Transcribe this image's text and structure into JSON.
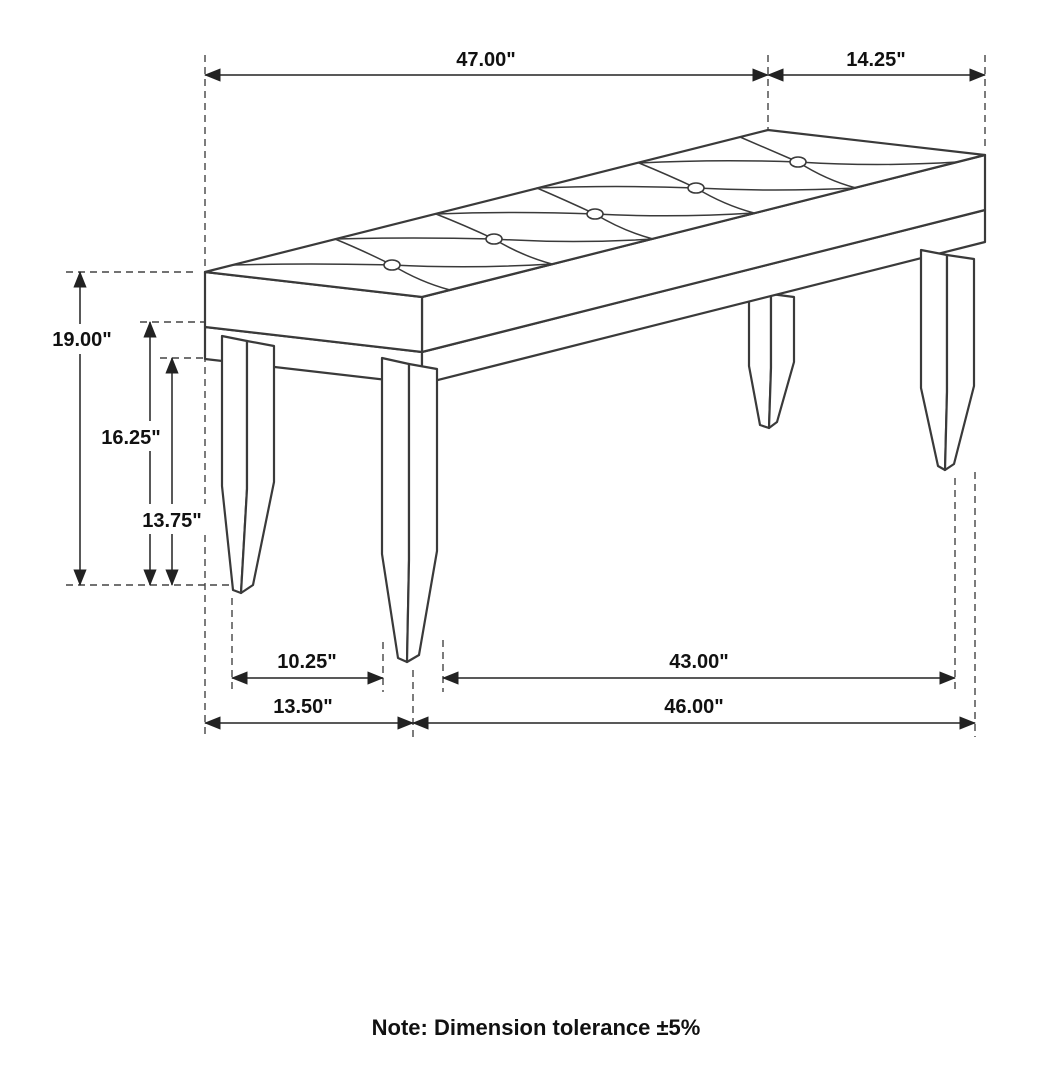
{
  "diagram": {
    "title": "bench-dimension-drawing",
    "note": "Note: Dimension tolerance ±5%",
    "colors": {
      "line": "#3a3a3a",
      "dimension": "#222222",
      "background": "#ffffff"
    },
    "dimensions": {
      "top_length": "47.00\"",
      "top_depth": "14.25\"",
      "height_total": "19.00\"",
      "height_underseat": "16.25\"",
      "height_apron": "13.75\"",
      "floor_leg_gap": "10.25\"",
      "floor_inner_span": "43.00\"",
      "floor_depth": "13.50\"",
      "floor_outer_span": "46.00\""
    }
  }
}
